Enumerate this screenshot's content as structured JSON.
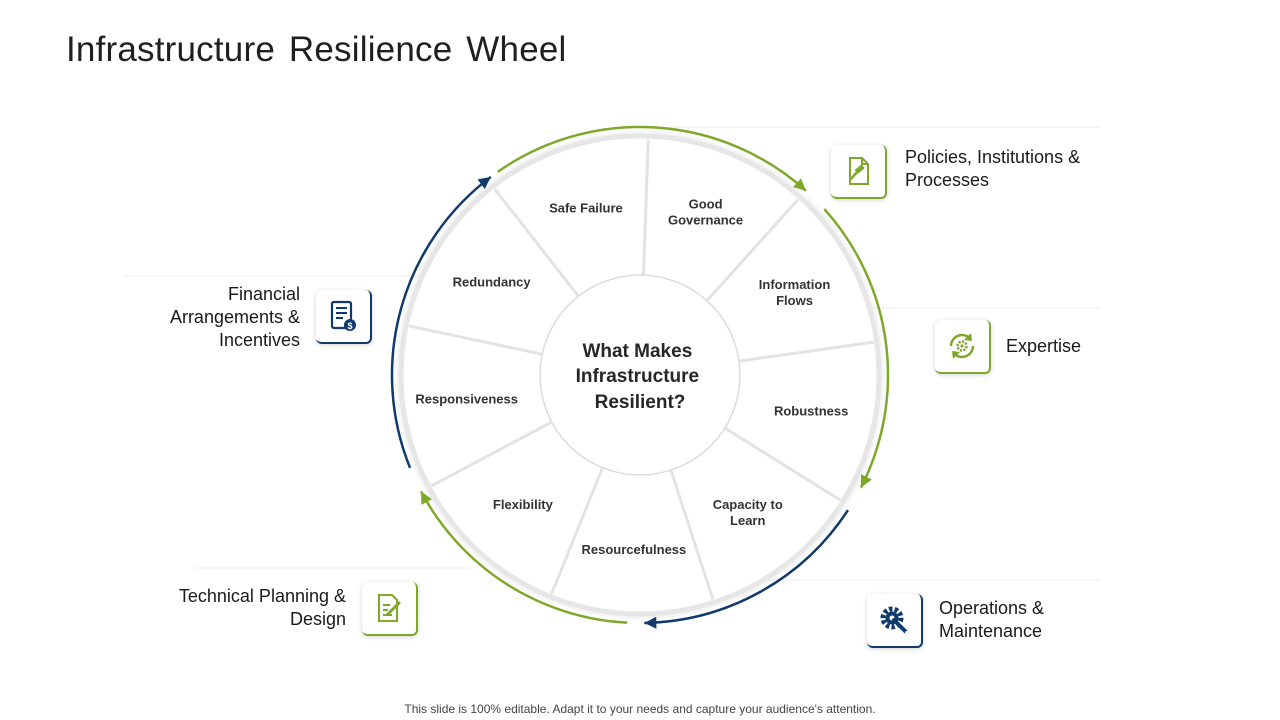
{
  "title": "Infrastructure Resilience Wheel",
  "center": [
    "What Makes",
    "Infrastructure",
    "Resilient?"
  ],
  "segments": [
    [
      "Safe Failure"
    ],
    [
      "Good",
      "Governance"
    ],
    [
      "Information",
      "Flows"
    ],
    [
      "Robustness"
    ],
    [
      "Capacity to",
      "Learn"
    ],
    [
      "Resourcefulness"
    ],
    [
      "Flexibility"
    ],
    [
      "Responsiveness"
    ],
    [
      "Redundancy"
    ]
  ],
  "categories": {
    "policies": "Policies, Institutions & Processes",
    "expertise": "Expertise",
    "operations": "Operations & Maintenance",
    "technical": "Technical Planning & Design",
    "financial": "Financial Arrangements & Incentives"
  },
  "icons": {
    "policies": "legal-document-gavel-icon",
    "expertise": "gear-cycle-icon",
    "operations": "gear-wrench-icon",
    "technical": "document-pencil-icon",
    "financial": "document-dollar-icon"
  },
  "colors": {
    "green": "#7ea82a",
    "blue": "#0f3a6b"
  },
  "footer": "This slide is 100% editable. Adapt it to your needs and capture your audience's attention."
}
